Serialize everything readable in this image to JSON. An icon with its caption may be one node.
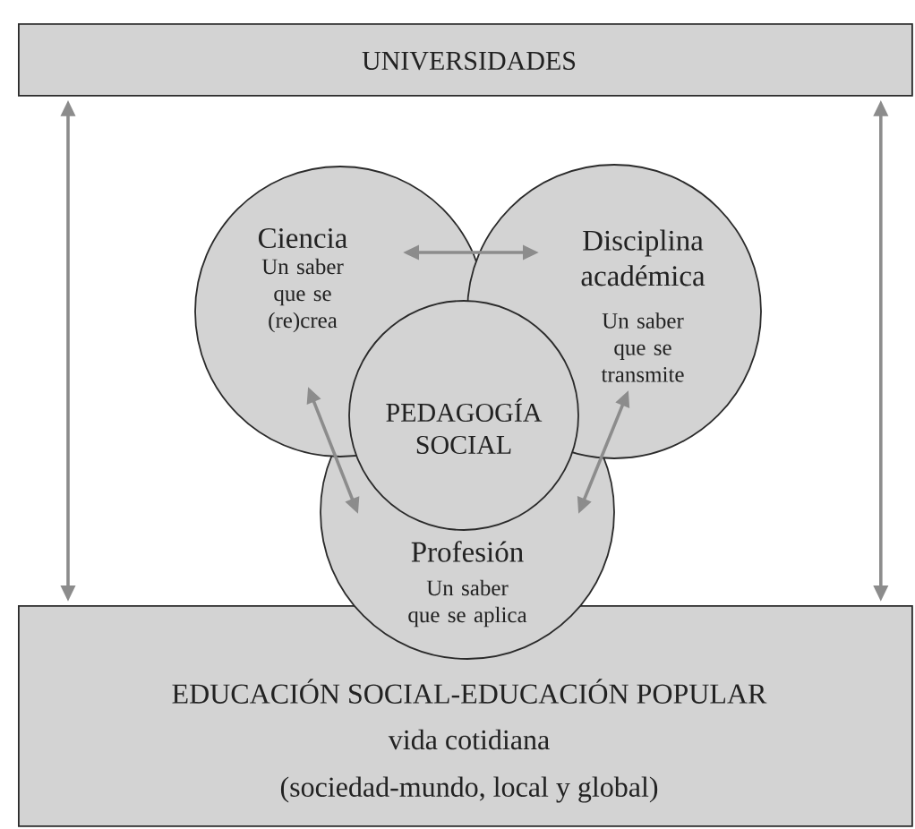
{
  "diagram": {
    "nodes": [
      {
        "text": [
          "UNIVERSIDADES"
        ]
      },
      {
        "text": [
          "Ciencia",
          "Un saber que se (re)crea"
        ]
      },
      {
        "text": [
          "Disciplina académica",
          "Un saber que se transmite"
        ]
      },
      {
        "text": [
          "PEDAGOGÍA SOCIAL"
        ]
      },
      {
        "text": [
          "Profesión",
          "Un saber que se aplica"
        ]
      },
      {
        "text": [
          "EDUCACIÓN SOCIAL-EDUCACIÓN POPULAR",
          "vida cotidiana",
          "(sociedad-mundo, local y global)"
        ]
      }
    ],
    "edges": [
      {
        "from": 0,
        "to": 5,
        "arrow": "both"
      },
      {
        "from": 1,
        "to": 2,
        "arrow": "both"
      },
      {
        "from": 1,
        "to": 4,
        "arrow": "both"
      },
      {
        "from": 2,
        "to": 4,
        "arrow": "both"
      },
      {
        "from": 0,
        "to": 5,
        "arrow": "both"
      }
    ]
  }
}
